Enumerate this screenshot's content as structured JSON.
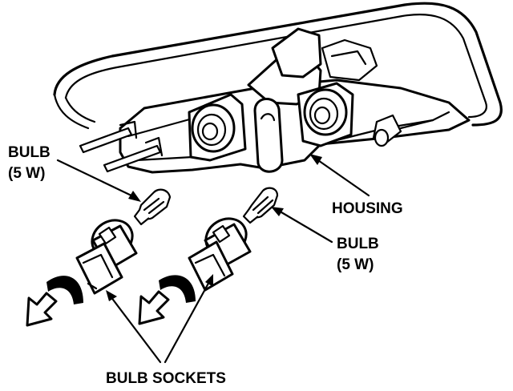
{
  "labels": {
    "bulb_left_line1": "BULB",
    "bulb_left_line2": "(5 W)",
    "housing": "HOUSING",
    "bulb_right_line1": "BULB",
    "bulb_right_line2": "(5 W)",
    "bulb_sockets": "BULB SOCKETS"
  },
  "colors": {
    "ink": "#000000",
    "paper": "#ffffff"
  }
}
